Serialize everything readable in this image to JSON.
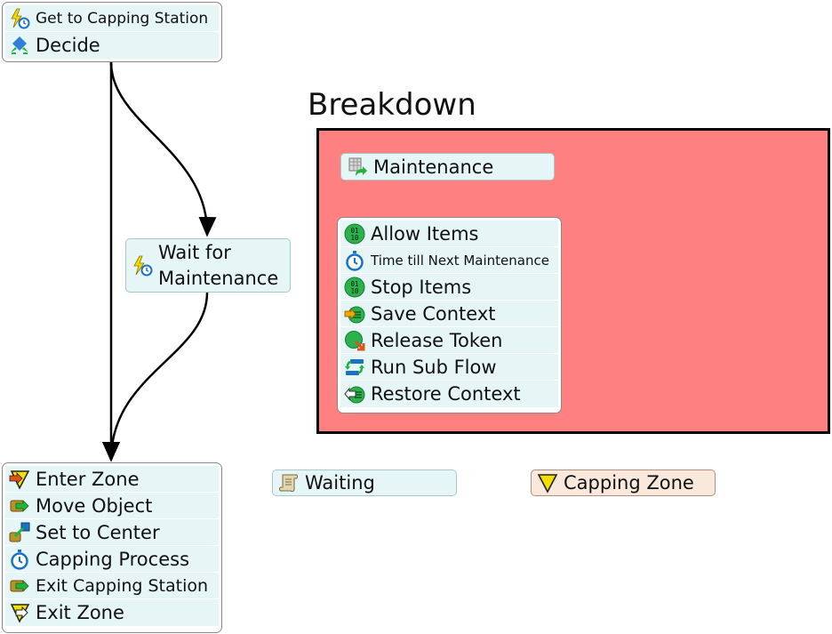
{
  "top_block": {
    "activities": [
      {
        "label": "Get to Capping Station",
        "icon": "lightning-stopwatch-icon"
      },
      {
        "label": "Decide",
        "icon": "decide-diamond-icon"
      }
    ]
  },
  "wait_block": {
    "label_line1": "Wait for",
    "label_line2": "Maintenance",
    "icon": "lightning-stopwatch-icon"
  },
  "breakdown": {
    "title": "Breakdown",
    "fill_color": "#fe8080",
    "maintenance": {
      "label": "Maintenance",
      "icon": "schedule-source-icon"
    },
    "loop_block": {
      "activities": [
        {
          "label": "Allow Items",
          "icon": "binary-green-icon"
        },
        {
          "label": "Time till Next Maintenance",
          "icon": "stopwatch-icon"
        },
        {
          "label": "Stop Items",
          "icon": "binary-green-icon"
        },
        {
          "label": "Save Context",
          "icon": "save-context-icon"
        },
        {
          "label": "Release Token",
          "icon": "release-token-icon"
        },
        {
          "label": "Run Sub Flow",
          "icon": "run-sub-flow-icon"
        },
        {
          "label": "Restore Context",
          "icon": "restore-context-icon"
        }
      ]
    }
  },
  "bottom_block": {
    "activities": [
      {
        "label": "Enter Zone",
        "icon": "enter-zone-icon"
      },
      {
        "label": "Move Object",
        "icon": "move-object-icon"
      },
      {
        "label": "Set to Center",
        "icon": "set-to-center-icon"
      },
      {
        "label": "Capping Process",
        "icon": "stopwatch-icon"
      },
      {
        "label": "Exit Capping Station",
        "icon": "move-object-icon"
      },
      {
        "label": "Exit Zone",
        "icon": "exit-zone-icon"
      }
    ]
  },
  "waiting_list": {
    "label": "Waiting",
    "icon": "scroll-list-icon"
  },
  "capping_zone": {
    "label": "Capping Zone",
    "icon": "zone-triangle-icon",
    "fill_color": "#fbe8dd"
  }
}
